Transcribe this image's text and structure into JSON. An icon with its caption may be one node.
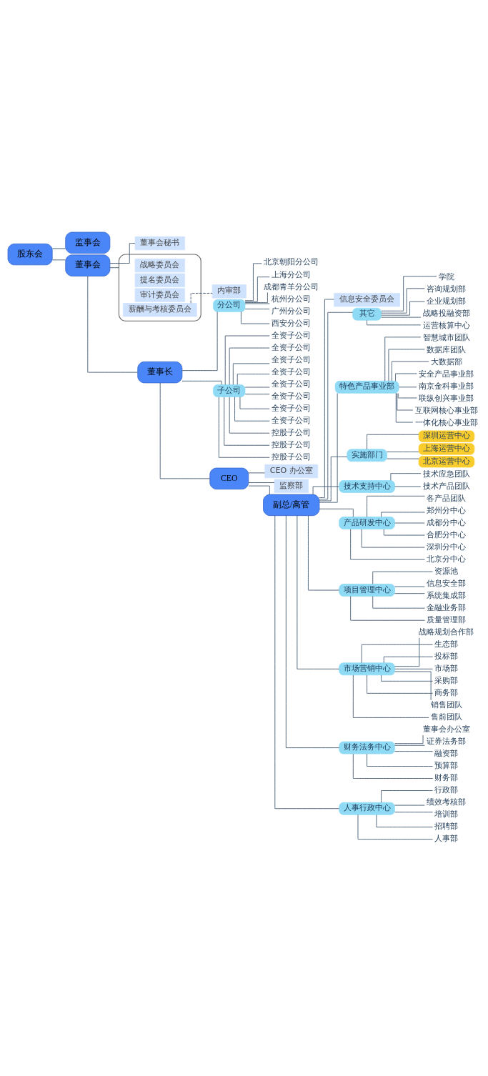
{
  "diagram": {
    "nodes": [
      {
        "text": [
          "股东会"
        ]
      },
      {
        "text": [
          "监事会"
        ]
      },
      {
        "text": [
          "董事会"
        ]
      },
      {
        "text": [
          "董事会秘书"
        ]
      },
      {
        "text": [],
        "shape": "box"
      },
      {
        "text": [
          "战略委员会"
        ],
        "in": 4
      },
      {
        "text": [
          "提名委员会"
        ],
        "in": 4
      },
      {
        "text": [
          "审计委员会"
        ],
        "in": 4
      },
      {
        "text": [
          "薪酬与考核委员会"
        ],
        "in": 4
      },
      {
        "text": [
          "内审部"
        ]
      },
      {
        "text": [
          "董事长"
        ]
      },
      {
        "text": [
          "分公司"
        ]
      },
      {
        "text": [
          "北京朝阳分公司"
        ]
      },
      {
        "text": [
          "上海分公司"
        ]
      },
      {
        "text": [
          "成都青羊分公司"
        ]
      },
      {
        "text": [
          "杭州分公司"
        ]
      },
      {
        "text": [
          "广州分公司"
        ]
      },
      {
        "text": [
          "西安分公司"
        ]
      },
      {
        "text": [
          "子公司"
        ]
      },
      {
        "text": [
          "全资子公司"
        ]
      },
      {
        "text": [
          "全资子公司"
        ]
      },
      {
        "text": [
          "全资子公司"
        ]
      },
      {
        "text": [
          "全资子公司"
        ]
      },
      {
        "text": [
          "全资子公司"
        ]
      },
      {
        "text": [
          "全资子公司"
        ]
      },
      {
        "text": [
          "全资子公司"
        ]
      },
      {
        "text": [
          "全资子公司"
        ]
      },
      {
        "text": [
          "控股子公司"
        ]
      },
      {
        "text": [
          "控股子公司"
        ]
      },
      {
        "text": [
          "控股子公司"
        ]
      },
      {
        "text": [
          "CEO"
        ]
      },
      {
        "text": [
          "CEO 办公室"
        ]
      },
      {
        "text": [
          "监察部"
        ]
      },
      {
        "text": [
          "副总/高管"
        ]
      },
      {
        "text": [
          "信息安全委员会"
        ]
      },
      {
        "text": [
          "其它"
        ]
      },
      {
        "text": [
          "学院"
        ]
      },
      {
        "text": [
          "咨询规划部"
        ]
      },
      {
        "text": [
          "企业规划部"
        ]
      },
      {
        "text": [
          "战略投融资部"
        ]
      },
      {
        "text": [
          "运营核算中心"
        ]
      },
      {
        "text": [
          "特色产品事业部"
        ]
      },
      {
        "text": [
          "智慧城市团队"
        ]
      },
      {
        "text": [
          "数据库团队"
        ]
      },
      {
        "text": [
          "大数据部"
        ]
      },
      {
        "text": [
          "安全产品事业部"
        ]
      },
      {
        "text": [
          "南京金科事业部"
        ]
      },
      {
        "text": [
          "联纵创兴事业部"
        ]
      },
      {
        "text": [
          "互联网核心事业部"
        ]
      },
      {
        "text": [
          "一体化核心事业部"
        ]
      },
      {
        "text": [
          "实施部门"
        ]
      },
      {
        "text": [
          "深圳运营中心"
        ]
      },
      {
        "text": [
          "上海运营中心"
        ]
      },
      {
        "text": [
          "北京运营中心"
        ]
      },
      {
        "text": [
          "技术支持中心"
        ]
      },
      {
        "text": [
          "技术应急团队"
        ]
      },
      {
        "text": [
          "技术产品团队"
        ]
      },
      {
        "text": [
          "产品研发中心"
        ]
      },
      {
        "text": [
          "各产品团队"
        ]
      },
      {
        "text": [
          "郑州分中心"
        ]
      },
      {
        "text": [
          "成都分中心"
        ]
      },
      {
        "text": [
          "合肥分中心"
        ]
      },
      {
        "text": [
          "深圳分中心"
        ]
      },
      {
        "text": [
          "北京分中心"
        ]
      },
      {
        "text": [
          "项目管理中心"
        ]
      },
      {
        "text": [
          "资源池"
        ]
      },
      {
        "text": [
          "信息安全部"
        ]
      },
      {
        "text": [
          "系统集成部"
        ]
      },
      {
        "text": [
          "金融业务部"
        ]
      },
      {
        "text": [
          "质量管理部"
        ]
      },
      {
        "text": [
          "市场营销中心"
        ]
      },
      {
        "text": [
          "战略规划合作部"
        ]
      },
      {
        "text": [
          "生态部"
        ]
      },
      {
        "text": [
          "投标部"
        ]
      },
      {
        "text": [
          "市场部"
        ]
      },
      {
        "text": [
          "采购部"
        ]
      },
      {
        "text": [
          "商务部"
        ]
      },
      {
        "text": [
          "销售团队"
        ]
      },
      {
        "text": [
          "售前团队"
        ]
      },
      {
        "text": [
          "财务法务中心"
        ]
      },
      {
        "text": [
          "董事会办公室"
        ]
      },
      {
        "text": [
          "证券法务部"
        ]
      },
      {
        "text": [
          "融资部"
        ]
      },
      {
        "text": [
          "预算部"
        ]
      },
      {
        "text": [
          "财务部"
        ]
      },
      {
        "text": [
          "人事行政中心"
        ]
      },
      {
        "text": [
          "行政部"
        ]
      },
      {
        "text": [
          "绩效考核部"
        ]
      },
      {
        "text": [
          "培训部"
        ]
      },
      {
        "text": [
          "招聘部"
        ]
      },
      {
        "text": [
          "人事部"
        ]
      }
    ],
    "edges": [
      {
        "from": 0,
        "to": 2,
        "arrow": "none"
      },
      {
        "from": 0,
        "to": 1,
        "arrow": "none"
      },
      {
        "from": 2,
        "to": 3,
        "arrow": "none"
      },
      {
        "from": 2,
        "to": 4,
        "arrow": "none"
      },
      {
        "from": 8,
        "to": 9,
        "arrow": "none",
        "style": "dashed"
      },
      {
        "from": 2,
        "to": 10,
        "arrow": "none"
      },
      {
        "from": 10,
        "to": 11,
        "arrow": "none"
      },
      {
        "from": 10,
        "to": 18,
        "arrow": "none"
      },
      {
        "from": 11,
        "to": 12,
        "arrow": "none"
      },
      {
        "from": 11,
        "to": 13,
        "arrow": "none"
      },
      {
        "from": 11,
        "to": 14,
        "arrow": "none"
      },
      {
        "from": 11,
        "to": 15,
        "arrow": "none"
      },
      {
        "from": 11,
        "to": 16,
        "arrow": "none"
      },
      {
        "from": 11,
        "to": 17,
        "arrow": "none"
      },
      {
        "from": 18,
        "to": 19,
        "arrow": "none"
      },
      {
        "from": 18,
        "to": 20,
        "arrow": "none"
      },
      {
        "from": 18,
        "to": 21,
        "arrow": "none"
      },
      {
        "from": 18,
        "to": 22,
        "arrow": "none"
      },
      {
        "from": 18,
        "to": 23,
        "arrow": "none"
      },
      {
        "from": 18,
        "to": 24,
        "arrow": "none"
      },
      {
        "from": 18,
        "to": 25,
        "arrow": "none"
      },
      {
        "from": 18,
        "to": 26,
        "arrow": "none"
      },
      {
        "from": 18,
        "to": 27,
        "arrow": "none"
      },
      {
        "from": 18,
        "to": 28,
        "arrow": "none"
      },
      {
        "from": 18,
        "to": 29,
        "arrow": "none"
      },
      {
        "from": 10,
        "to": 30,
        "arrow": "none"
      },
      {
        "from": 30,
        "to": 31,
        "arrow": "none"
      },
      {
        "from": 30,
        "to": 32,
        "arrow": "none"
      },
      {
        "from": 30,
        "to": 33,
        "arrow": "none"
      },
      {
        "from": 33,
        "to": 34,
        "arrow": "none"
      },
      {
        "from": 33,
        "to": 35,
        "arrow": "none"
      },
      {
        "from": 33,
        "to": 41,
        "arrow": "none"
      },
      {
        "from": 33,
        "to": 50,
        "arrow": "none"
      },
      {
        "from": 33,
        "to": 54,
        "arrow": "none"
      },
      {
        "from": 33,
        "to": 57,
        "arrow": "none"
      },
      {
        "from": 33,
        "to": 64,
        "arrow": "none"
      },
      {
        "from": 33,
        "to": 70,
        "arrow": "none"
      },
      {
        "from": 33,
        "to": 79,
        "arrow": "none"
      },
      {
        "from": 33,
        "to": 85,
        "arrow": "none"
      },
      {
        "from": 35,
        "to": 36,
        "arrow": "none"
      },
      {
        "from": 35,
        "to": 37,
        "arrow": "none"
      },
      {
        "from": 35,
        "to": 38,
        "arrow": "none"
      },
      {
        "from": 35,
        "to": 39,
        "arrow": "none"
      },
      {
        "from": 35,
        "to": 40,
        "arrow": "none"
      },
      {
        "from": 41,
        "to": 42,
        "arrow": "none"
      },
      {
        "from": 41,
        "to": 43,
        "arrow": "none"
      },
      {
        "from": 41,
        "to": 44,
        "arrow": "none"
      },
      {
        "from": 41,
        "to": 45,
        "arrow": "none"
      },
      {
        "from": 41,
        "to": 46,
        "arrow": "none"
      },
      {
        "from": 41,
        "to": 47,
        "arrow": "none"
      },
      {
        "from": 41,
        "to": 48,
        "arrow": "none"
      },
      {
        "from": 41,
        "to": 49,
        "arrow": "none"
      },
      {
        "from": 50,
        "to": 51,
        "arrow": "none"
      },
      {
        "from": 50,
        "to": 52,
        "arrow": "none"
      },
      {
        "from": 50,
        "to": 53,
        "arrow": "none"
      },
      {
        "from": 54,
        "to": 55,
        "arrow": "none"
      },
      {
        "from": 54,
        "to": 56,
        "arrow": "none"
      },
      {
        "from": 57,
        "to": 58,
        "arrow": "none"
      },
      {
        "from": 57,
        "to": 59,
        "arrow": "none"
      },
      {
        "from": 57,
        "to": 60,
        "arrow": "none"
      },
      {
        "from": 57,
        "to": 61,
        "arrow": "none"
      },
      {
        "from": 57,
        "to": 62,
        "arrow": "none"
      },
      {
        "from": 57,
        "to": 63,
        "arrow": "none"
      },
      {
        "from": 64,
        "to": 65,
        "arrow": "none"
      },
      {
        "from": 64,
        "to": 66,
        "arrow": "none"
      },
      {
        "from": 64,
        "to": 67,
        "arrow": "none"
      },
      {
        "from": 64,
        "to": 68,
        "arrow": "none"
      },
      {
        "from": 64,
        "to": 69,
        "arrow": "none"
      },
      {
        "from": 70,
        "to": 71,
        "arrow": "none"
      },
      {
        "from": 70,
        "to": 72,
        "arrow": "none"
      },
      {
        "from": 70,
        "to": 73,
        "arrow": "none"
      },
      {
        "from": 70,
        "to": 74,
        "arrow": "none"
      },
      {
        "from": 70,
        "to": 75,
        "arrow": "none"
      },
      {
        "from": 70,
        "to": 76,
        "arrow": "none"
      },
      {
        "from": 70,
        "to": 77,
        "arrow": "none"
      },
      {
        "from": 70,
        "to": 78,
        "arrow": "none"
      },
      {
        "from": 79,
        "to": 80,
        "arrow": "none"
      },
      {
        "from": 79,
        "to": 81,
        "arrow": "none"
      },
      {
        "from": 79,
        "to": 82,
        "arrow": "none"
      },
      {
        "from": 79,
        "to": 83,
        "arrow": "none"
      },
      {
        "from": 79,
        "to": 84,
        "arrow": "none"
      },
      {
        "from": 85,
        "to": 86,
        "arrow": "none"
      },
      {
        "from": 85,
        "to": 87,
        "arrow": "none"
      },
      {
        "from": 85,
        "to": 88,
        "arrow": "none"
      },
      {
        "from": 85,
        "to": 89,
        "arrow": "none"
      },
      {
        "from": 85,
        "to": 90,
        "arrow": "none"
      }
    ]
  }
}
